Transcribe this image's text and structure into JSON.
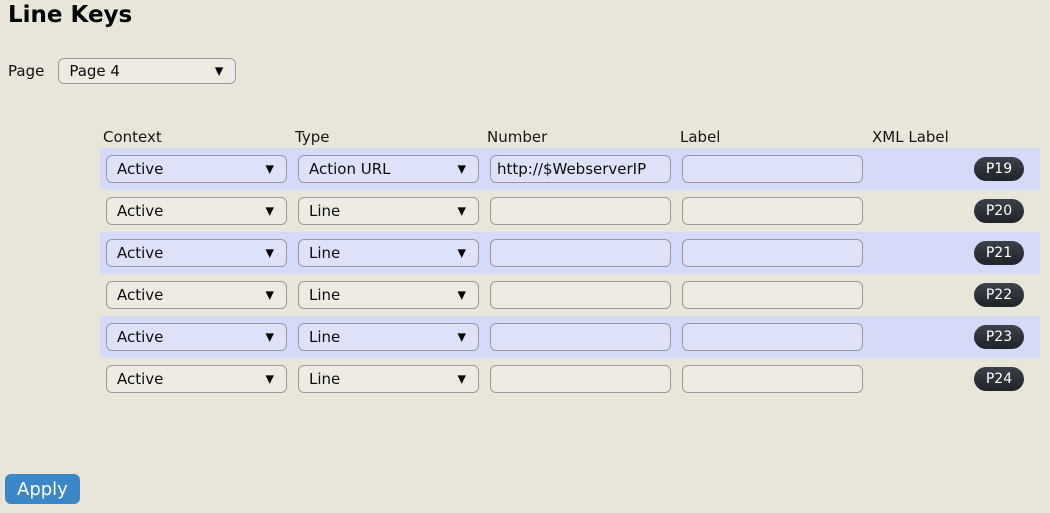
{
  "header": {
    "title": "Line Keys"
  },
  "page_selector": {
    "label": "Page",
    "value": "Page 4"
  },
  "icons": {
    "dropdown_arrow": "▼"
  },
  "colors": {
    "background": "#e8e6d9",
    "row_highlight": "#d4daf8",
    "badge": "#2c3137",
    "apply_button": "#3b87c8",
    "field_border": "#96999d"
  },
  "table": {
    "headers": [
      "Context",
      "Type",
      "Number",
      "Label",
      "XML Label"
    ],
    "rows": [
      {
        "context": "Active",
        "type": "Action URL",
        "number": "http://$WebserverIP",
        "label": "",
        "key": "P19"
      },
      {
        "context": "Active",
        "type": "Line",
        "number": "",
        "label": "",
        "key": "P20"
      },
      {
        "context": "Active",
        "type": "Line",
        "number": "",
        "label": "",
        "key": "P21"
      },
      {
        "context": "Active",
        "type": "Line",
        "number": "",
        "label": "",
        "key": "P22"
      },
      {
        "context": "Active",
        "type": "Line",
        "number": "",
        "label": "",
        "key": "P23"
      },
      {
        "context": "Active",
        "type": "Line",
        "number": "",
        "label": "",
        "key": "P24"
      }
    ]
  },
  "apply_label": "Apply"
}
